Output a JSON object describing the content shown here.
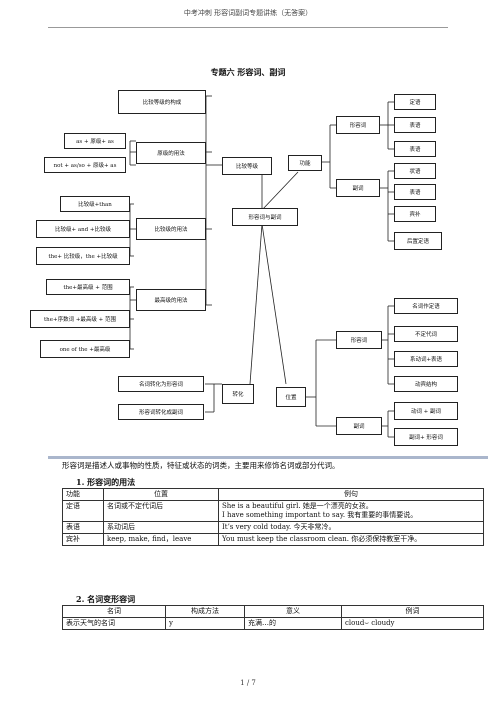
{
  "header": "中考冲刺  形容词副词专题讲练（无答案）",
  "title": "专题六  形容词、副词",
  "diagram": {
    "root": "形容词与副词",
    "compare_forms": "比较等级",
    "function": "功能",
    "conversion": "转化",
    "position": "位置",
    "left": {
      "construction": "比较等级的构成",
      "positive_usage": "原级的用法",
      "as_as": "as + 原级+ as",
      "not_as": "not + as/so + 原级+ as",
      "comparative_usage": "比较级的用法",
      "comp_than": "比较级+than",
      "comp_and": "比较级+ and +比较级",
      "the_the": "the+ 比较级，the +比较级",
      "superlative_usage": "最高级的用法",
      "the_sup": "the+最高级  + 范围",
      "the_ordinal": "the+序数词 +最高级 + 范围",
      "one_of": "one of the +最高级",
      "noun_to_adj": "名词转化为形容词",
      "adj_to_adv": "形容词转化成副词"
    },
    "function_branch": {
      "adj": "形容词",
      "adj_items": [
        "定语",
        "表语",
        "表语"
      ],
      "adv": "副词",
      "adv_items": [
        "状语",
        "表语",
        "宾补",
        "后置定语"
      ]
    },
    "position_branch": {
      "adj": "形容词",
      "adj_items": [
        "名词作定语",
        "不定代词",
        "系动词+表语",
        "动宾结构"
      ],
      "adv": "副词",
      "adv_items": [
        "动词 +    副词",
        "副词+ 形容词"
      ]
    }
  },
  "intro": "形容词是描述人或事物的性质，特征或状态的词类，主要用来修饰名词或部分代词。",
  "section1": {
    "heading": "1.  形容词的用法",
    "headers": [
      "功能",
      "位置",
      "例句"
    ],
    "rows": [
      {
        "func": "定语",
        "pos": "名词或不定代词后",
        "ex": [
          "She is a beautiful girl.  她是一个漂亮的女孩。",
          "I have something important to say.  我有重要的事情要说。"
        ]
      },
      {
        "func": "表语",
        "pos": "系动词后",
        "ex": [
          "It’s very cold today.  今天非常冷。"
        ]
      },
      {
        "func": "宾补",
        "pos": "keep, make, find，leave",
        "ex": [
          "You must keep the classroom clean.  你必须保持教室干净。"
        ]
      }
    ]
  },
  "section2": {
    "heading": "2.  名词变形容词",
    "headers": [
      "名词",
      "构成方法",
      "意义",
      "例词"
    ],
    "row": [
      "表示天气的名词",
      "y",
      "充满…的",
      "cloud⌣  cloudy"
    ]
  },
  "page": "1  /  7"
}
